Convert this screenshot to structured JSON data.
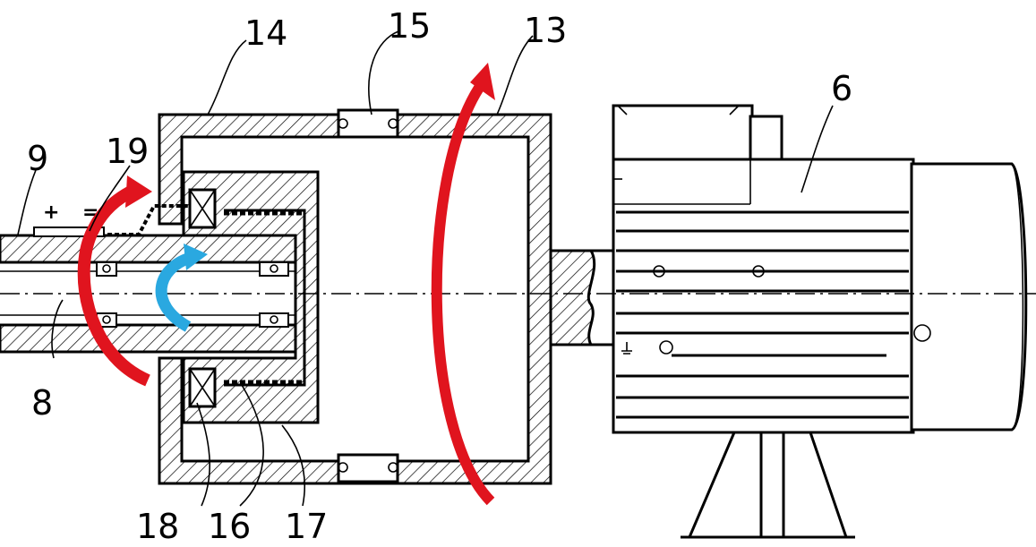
{
  "labels": {
    "l6": "6",
    "l8": "8",
    "l9": "9",
    "l13": "13",
    "l14": "14",
    "l15": "15",
    "l16": "16",
    "l17": "17",
    "l18": "18",
    "l19": "19"
  },
  "terminals": {
    "plus": "+",
    "minus": "="
  },
  "colors": {
    "hot_arrow": "#e0141e",
    "cool_arrow": "#2aa8e0",
    "line": "#000000"
  }
}
